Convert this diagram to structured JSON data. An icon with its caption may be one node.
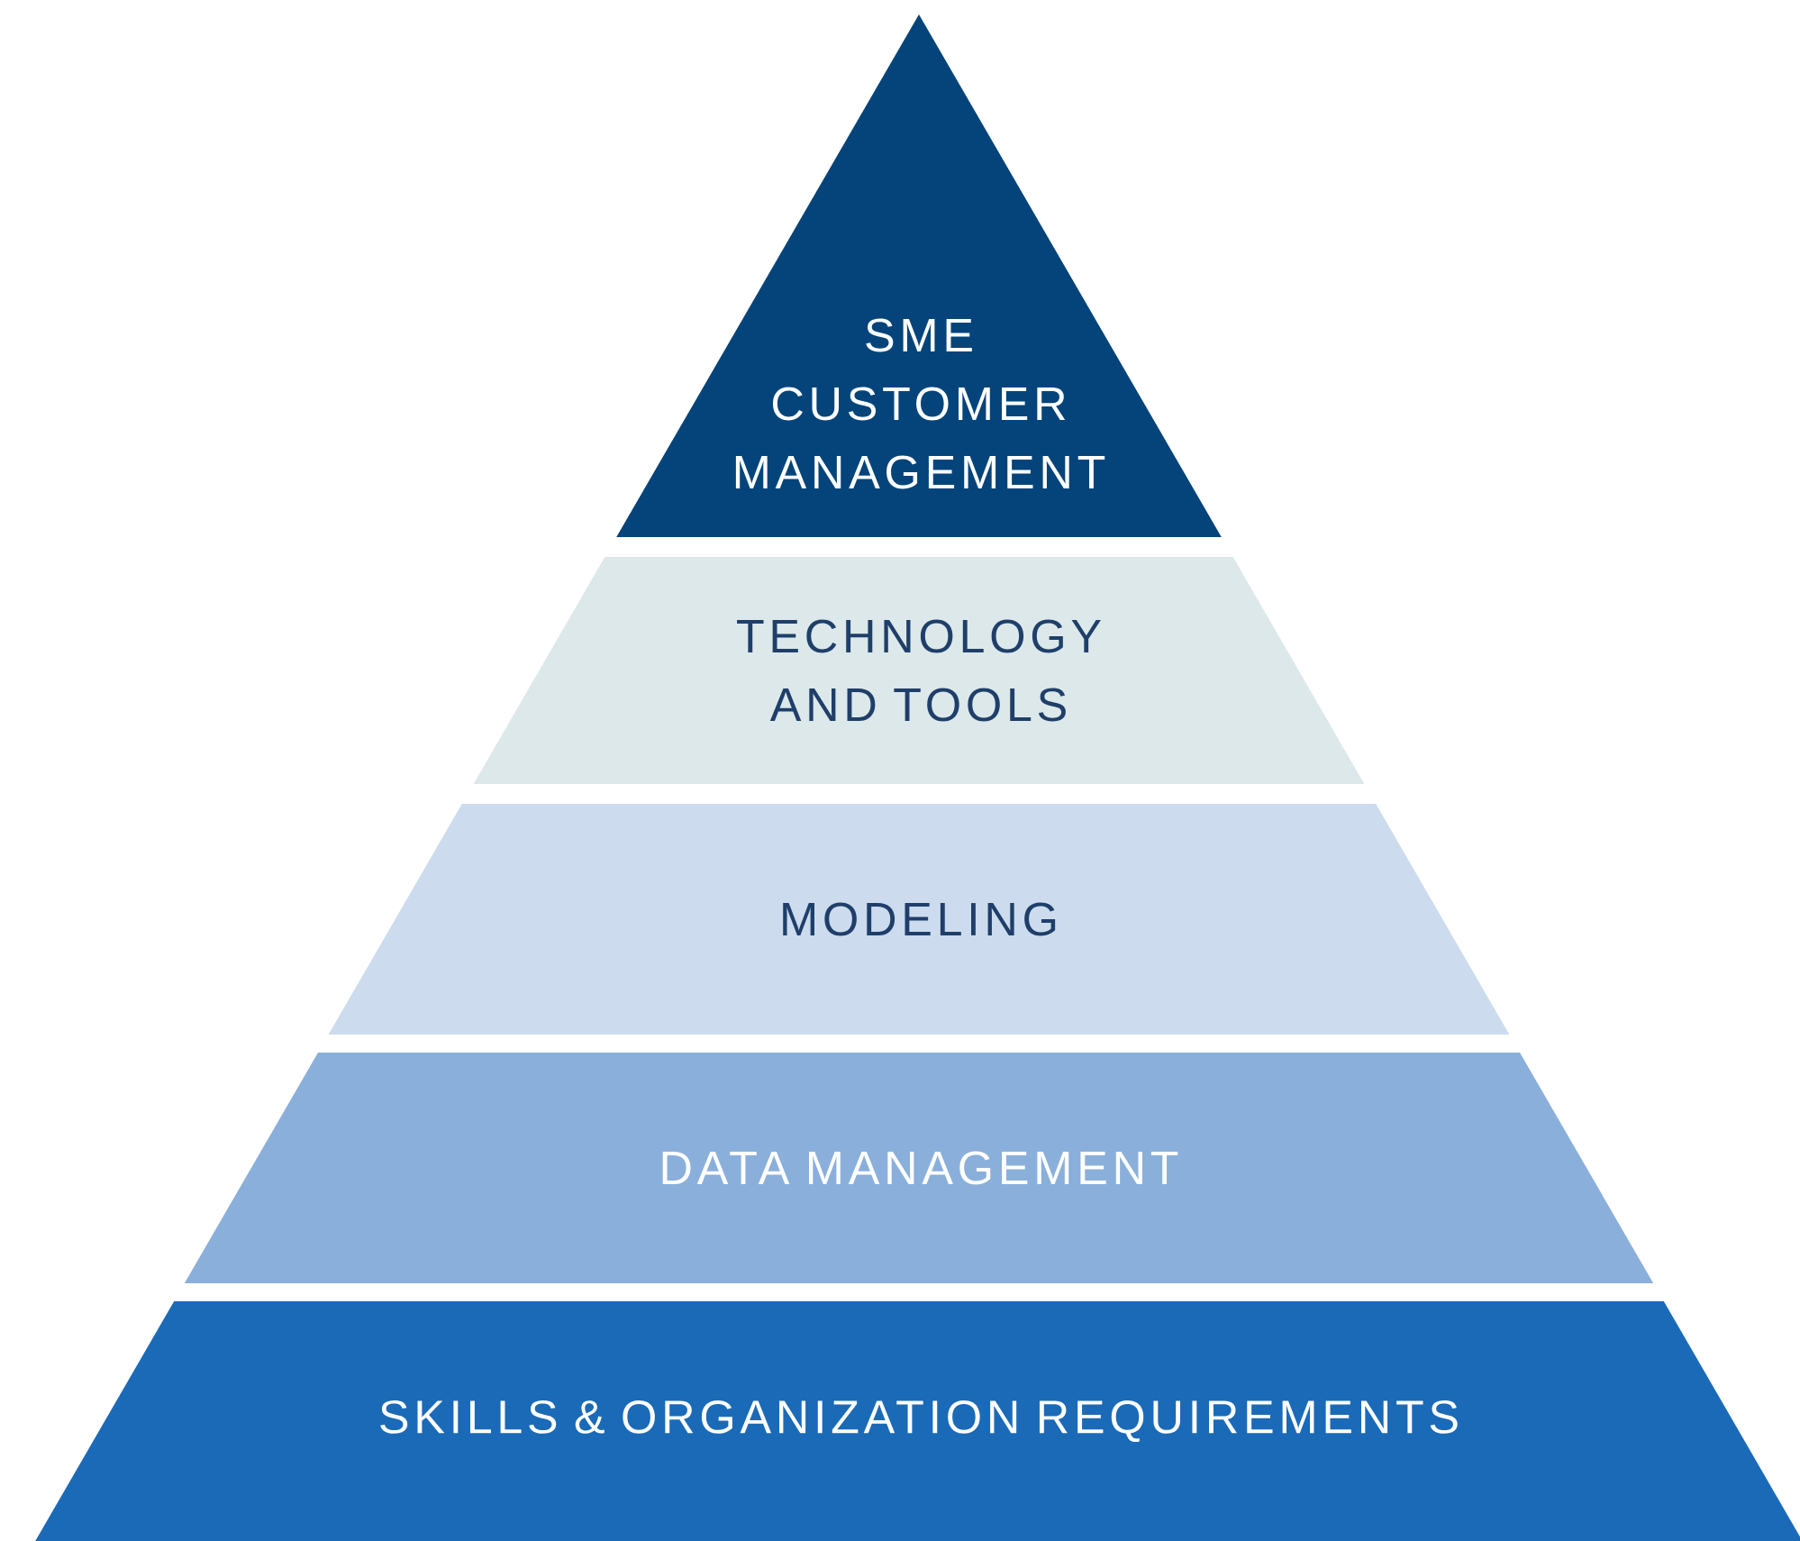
{
  "diagram": {
    "nodes": [
      {
        "text": [
          "SME CUSTOMER MANAGEMENT"
        ]
      },
      {
        "text": [
          "TECHNOLOGY AND TOOLS"
        ]
      },
      {
        "text": [
          "MODELING"
        ]
      },
      {
        "text": [
          "DATA MANAGEMENT"
        ]
      },
      {
        "text": [
          "SKILLS & ORGANIZATION REQUIREMENTS"
        ]
      }
    ]
  }
}
